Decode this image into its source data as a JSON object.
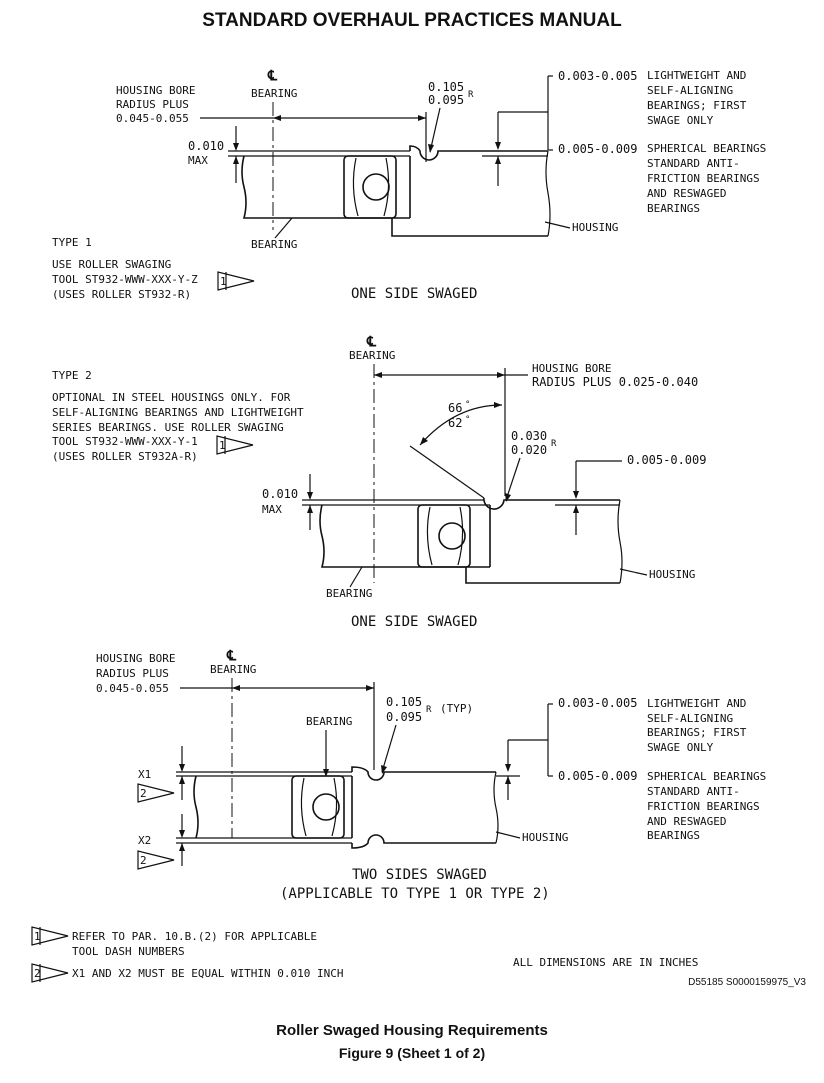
{
  "header": {
    "title": "STANDARD OVERHAUL PRACTICES MANUAL"
  },
  "d1": {
    "cl_symbol": "℄",
    "cl_label": "BEARING",
    "bore": [
      "HOUSING BORE",
      "RADIUS PLUS",
      "0.045-0.055"
    ],
    "r_top": "0.105",
    "r_bot": "0.095",
    "r_unit": "R",
    "max_val": "0.010",
    "max_label": "MAX",
    "dim_a": "0.003-0.005",
    "note_a": [
      "LIGHTWEIGHT AND",
      "SELF-ALIGNING",
      "BEARINGS; FIRST",
      "SWAGE ONLY"
    ],
    "dim_b": "0.005-0.009",
    "note_b": [
      "SPHERICAL BEARINGS",
      "STANDARD ANTI-",
      "FRICTION BEARINGS",
      "AND RESWAGED",
      "BEARINGS"
    ],
    "housing": "HOUSING",
    "bearing": "BEARING",
    "type": "TYPE 1",
    "tool": [
      "USE ROLLER SWAGING",
      "TOOL ST932-WWW-XXX-Y-Z",
      "(USES ROLLER ST932-R)"
    ],
    "flag": "1",
    "caption": "ONE SIDE SWAGED"
  },
  "d2": {
    "cl_symbol": "℄",
    "cl_label": "BEARING",
    "type": "TYPE 2",
    "note": [
      "OPTIONAL IN STEEL HOUSINGS ONLY.  FOR",
      "SELF-ALIGNING BEARINGS AND LIGHTWEIGHT",
      "SERIES BEARINGS. USE ROLLER SWAGING",
      "TOOL ST932-WWW-XXX-Y-1",
      "(USES ROLLER ST932A-R)"
    ],
    "flag": "1",
    "bore": [
      "HOUSING BORE",
      "RADIUS PLUS 0.025-0.040"
    ],
    "ang_a": "66",
    "ang_b": "62",
    "deg": "°",
    "r_top": "0.030",
    "r_bot": "0.020",
    "r_unit": "R",
    "dim": "0.005-0.009",
    "max_val": "0.010",
    "max_label": "MAX",
    "housing": "HOUSING",
    "bearing": "BEARING",
    "caption": "ONE SIDE SWAGED"
  },
  "d3": {
    "cl_symbol": "℄",
    "cl_label": "BEARING",
    "bore": [
      "HOUSING BORE",
      "RADIUS PLUS",
      "0.045-0.055"
    ],
    "r_top": "0.105",
    "r_bot": "0.095",
    "r_unit": "R",
    "typ": "(TYP)",
    "bearing": "BEARING",
    "dim_a": "0.003-0.005",
    "note_a": [
      "LIGHTWEIGHT AND",
      "SELF-ALIGNING",
      "BEARINGS; FIRST",
      "SWAGE ONLY"
    ],
    "dim_b": "0.005-0.009",
    "note_b": [
      "SPHERICAL BEARINGS",
      "STANDARD ANTI-",
      "FRICTION BEARINGS",
      "AND RESWAGED",
      "BEARINGS"
    ],
    "x1": "X1",
    "x2": "X2",
    "flag": "2",
    "housing": "HOUSING",
    "caption1": "TWO SIDES SWAGED",
    "caption2": "(APPLICABLE TO TYPE 1 OR TYPE 2)"
  },
  "notes": {
    "n1_flag": "1",
    "n1_line1": "REFER TO PAR. 10.B.(2) FOR APPLICABLE",
    "n1_line2": "TOOL DASH NUMBERS",
    "n2_flag": "2",
    "n2_line1": "X1 AND X2 MUST BE EQUAL WITHIN 0.010 INCH",
    "units": "ALL DIMENSIONS ARE IN INCHES",
    "code": "D55185 S0000159975_V3"
  },
  "footer": {
    "title": "Roller Swaged Housing Requirements",
    "figure": "Figure 9  (Sheet 1 of 2)"
  }
}
